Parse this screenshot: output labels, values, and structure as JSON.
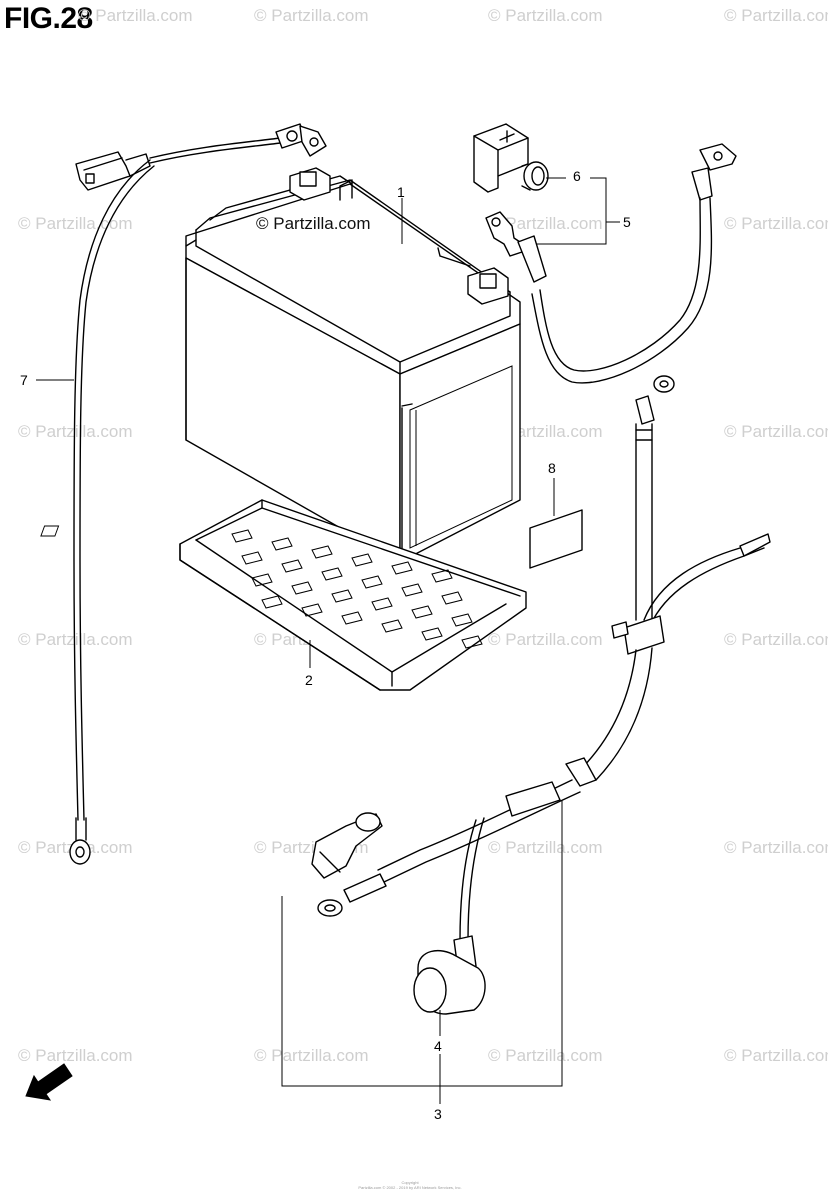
{
  "figure": {
    "title": "FIG.28"
  },
  "watermark": {
    "text": "© Partzilla.com",
    "center_text": "© Partzilla.com"
  },
  "callouts": {
    "c1": "1",
    "c2": "2",
    "c3": "3",
    "c4": "4",
    "c5": "5",
    "c6": "6",
    "c7": "7",
    "c8": "8"
  },
  "fwd_label": "FWD",
  "copyright": {
    "line1": "Copyright",
    "line2": "Partzilla.com © 2002 - 2019 by ARI Network Services, Inc."
  }
}
